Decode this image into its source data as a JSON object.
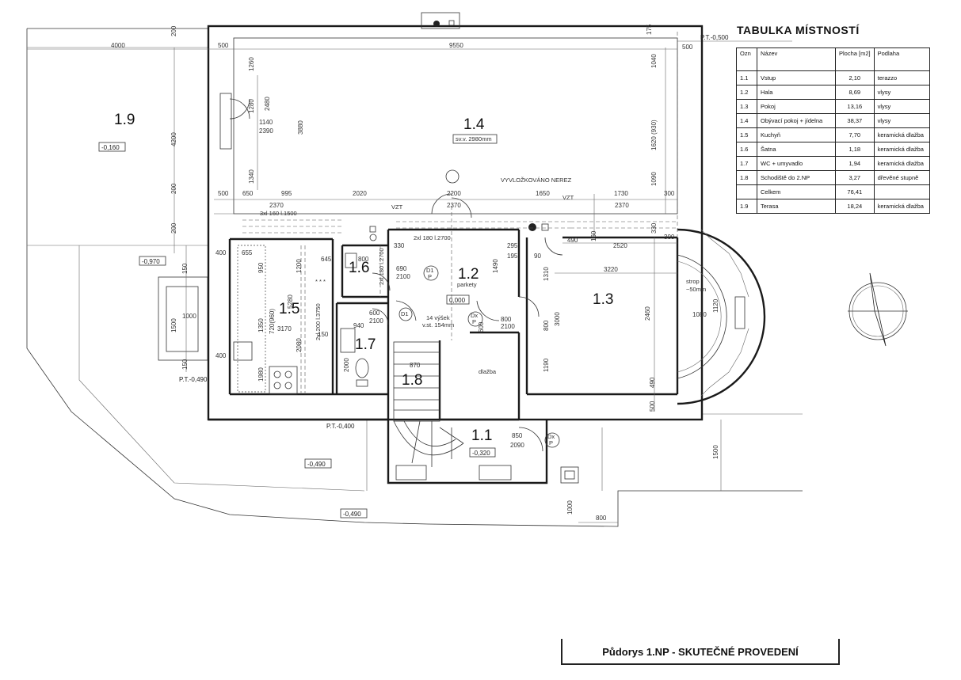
{
  "plan_title": "Půdorys 1.NP - SKUTEČNÉ PROVEDENÍ",
  "table": {
    "title": "TABULKA MÍSTNOSTÍ",
    "headers": [
      "Ozn",
      "Název",
      "Plocha [m2]",
      "Podlaha"
    ],
    "rows": [
      {
        "id": "1.1",
        "name": "Vstup",
        "area": "2,10",
        "floor": "terazzo"
      },
      {
        "id": "1.2",
        "name": "Hala",
        "area": "8,69",
        "floor": "vlysy"
      },
      {
        "id": "1.3",
        "name": "Pokoj",
        "area": "13,16",
        "floor": "vlysy"
      },
      {
        "id": "1.4",
        "name": "Obývací pokoj + jídelna",
        "area": "38,37",
        "floor": "vlysy"
      },
      {
        "id": "1.5",
        "name": "Kuchyň",
        "area": "7,70",
        "floor": "keramická dlažba"
      },
      {
        "id": "1.6",
        "name": "Šatna",
        "area": "1,18",
        "floor": "keramická dlažba"
      },
      {
        "id": "1.7",
        "name": "WC + umyvadlo",
        "area": "1,94",
        "floor": "keramická dlažba"
      },
      {
        "id": "1.8",
        "name": "Schodiště do 2.NP",
        "area": "3,27",
        "floor": "dřevěné stupně"
      },
      {
        "id": "",
        "name": "Celkem",
        "area": "76,41",
        "floor": ""
      },
      {
        "id": "1.9",
        "name": "Terasa",
        "area": "18,24",
        "floor": "keramická dlažba"
      }
    ]
  },
  "rooms": {
    "r14": "1.4",
    "r19": "1.9",
    "r15": "1.5",
    "r16": "1.6",
    "r12": "1.2",
    "r13": "1.3",
    "r17": "1.7",
    "r18": "1.8",
    "r11": "1.1"
  },
  "levels": {
    "l19": "-0,160",
    "l12": "0,000",
    "l11": "-0,320",
    "lw": "-0,970",
    "lo1": "-0,490",
    "lo2": "-0,490",
    "pt1": "P.T.-0,500",
    "pt2": "P.T.-0,490",
    "pt3": "P.T.-0,400"
  },
  "notes": {
    "ceiling14": "sv.v. 2980mm",
    "stainless": "VYVLOŽKOVÁNO NEREZ",
    "vzt1": "VZT",
    "vzt2": "VZT",
    "lintel1": "3xl 160 l.1500",
    "lintel2": "2xl 180 l.2700",
    "lintel3": "2xl 200 l.3750",
    "lintel4": "2xl 180 l.2700",
    "parquet": "parkety",
    "steps": "14 výšek",
    "stepsh": "v.st. 154mm",
    "tiles": "dlažba",
    "ceiling13a": "strop",
    "ceiling13b": "~50mm",
    "d1": "D1",
    "p1": "P",
    "d2": "D1",
    "dx1": "Dx",
    "p2": "P",
    "dx2": "Dx",
    "p3": "P"
  },
  "dims": {
    "a4000": "4000",
    "a500": "500",
    "a9550": "9550",
    "a500b": "500",
    "a200": "200",
    "a175": "175",
    "b1260": "1260",
    "b2480": "2480",
    "b1140": "1140",
    "b2390": "2390",
    "b3880": "3880",
    "b1340": "1340",
    "b1040": "1040",
    "b1620": "1620 (930)",
    "b1090": "1090",
    "b4200": "4200",
    "b200": "200",
    "b1280": "1280",
    "c500": "500",
    "c650": "650",
    "c995": "995",
    "c2020": "2020",
    "c2200": "2200",
    "c1650": "1650",
    "c1730": "1730",
    "c300": "300",
    "d2370a": "2370",
    "d2370b": "2370",
    "d2370c": "2370",
    "e655": "655",
    "e645": "645",
    "e800": "800",
    "e950": "950",
    "e1200": "1200",
    "e5280": "5280",
    "e1350": "1350",
    "e3170": "3170",
    "e2080": "2080",
    "e1980": "1980",
    "e720": "720(960)",
    "e150": "150",
    "e400": "400",
    "e400b": "400",
    "e150b": "150",
    "e150c": "150",
    "e1500": "1500",
    "e1000": "1000",
    "f330": "330",
    "f690": "690",
    "f2100": "2100",
    "f1490": "1490",
    "f295": "295",
    "f195": "195",
    "f90": "90",
    "f600": "600",
    "f2100b": "2100",
    "f940": "940",
    "f600b": "600",
    "f800": "800",
    "f2100c": "2100",
    "f870": "870",
    "f2000": "2000",
    "g490": "490",
    "g2520": "2520",
    "g160": "160",
    "g1310": "1310",
    "g3220": "3220",
    "g800": "800",
    "g3000": "3000",
    "g1190": "1190",
    "g2460": "2460",
    "g330": "330",
    "g300": "300",
    "g1120": "1120",
    "g1080": "1080",
    "g490b": "490",
    "g500": "500",
    "h850": "850",
    "h2090": "2090",
    "h1000": "1000",
    "h800": "800",
    "h1500": "1500",
    "h200": "200"
  }
}
